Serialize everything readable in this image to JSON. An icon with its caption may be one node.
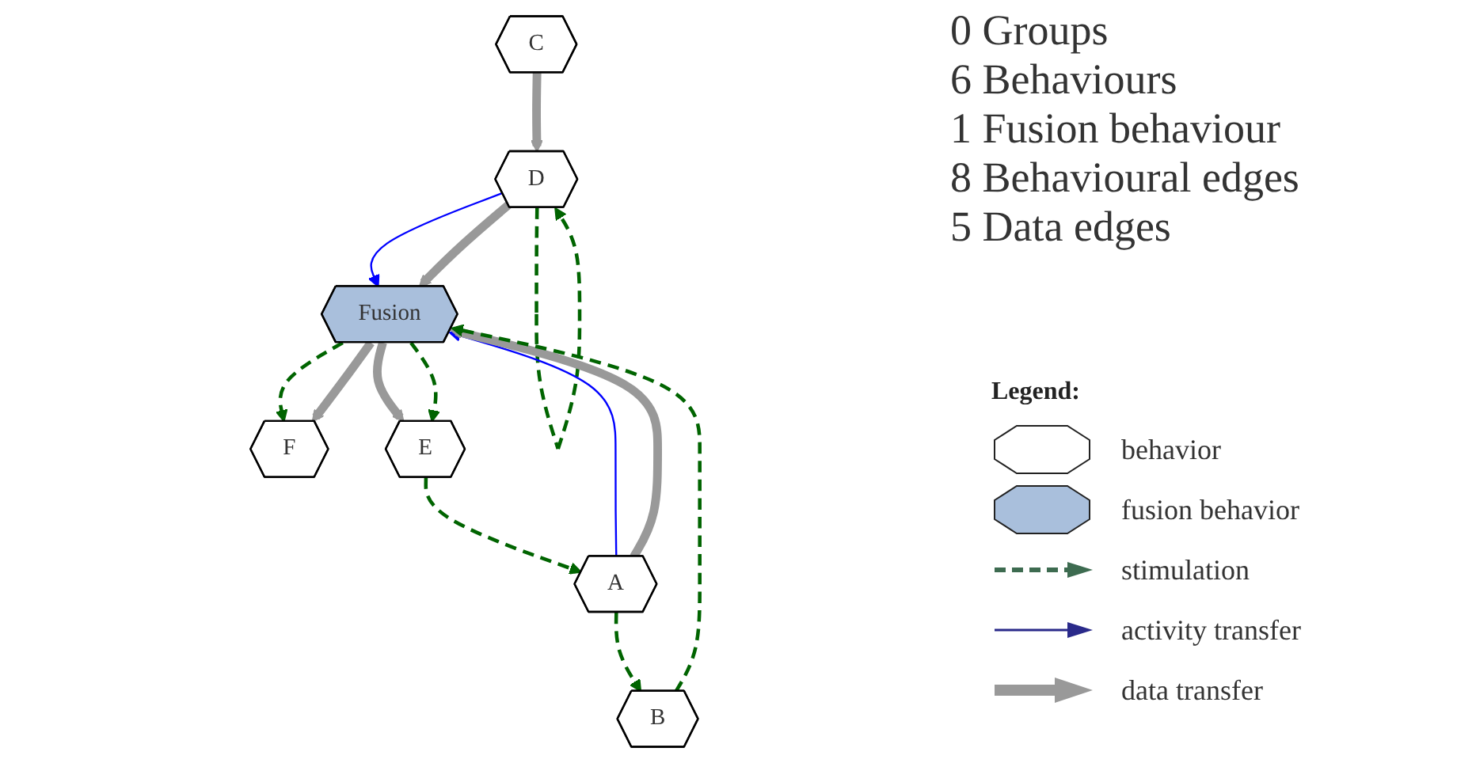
{
  "diagram": {
    "nodes": [
      {
        "text": [
          "C"
        ]
      },
      {
        "text": [
          "A"
        ]
      },
      {
        "text": [
          "D"
        ]
      },
      {
        "text": [
          "B"
        ]
      },
      {
        "text": [
          "Fusion"
        ]
      },
      {
        "text": [
          "F"
        ]
      },
      {
        "text": [
          "E"
        ]
      }
    ],
    "edges": [
      {
        "from": 0,
        "to": 2,
        "arrow": "to",
        "style": "thick",
        "color": "#999999"
      },
      {
        "from": 2,
        "to": 2,
        "arrow": "to",
        "style": "dashed",
        "color": "#006400"
      },
      {
        "from": 1,
        "to": 3,
        "arrow": "to",
        "style": "dashed",
        "color": "#006400"
      },
      {
        "from": 2,
        "to": 4,
        "arrow": "to",
        "color": "#0000ff"
      },
      {
        "from": 2,
        "to": 4,
        "arrow": "to",
        "style": "thick",
        "color": "#999999"
      },
      {
        "from": 1,
        "to": 4,
        "arrow": "to",
        "color": "#0000ff"
      },
      {
        "from": 1,
        "to": 4,
        "arrow": "to",
        "style": "thick",
        "color": "#999999"
      },
      {
        "from": 3,
        "to": 4,
        "arrow": "to",
        "style": "dashed",
        "color": "#006400"
      },
      {
        "from": 6,
        "to": 1,
        "arrow": "to",
        "style": "dashed",
        "color": "#006400"
      },
      {
        "from": 4,
        "to": 5,
        "arrow": "to",
        "style": "dashed",
        "color": "#006400"
      },
      {
        "from": 4,
        "to": 5,
        "arrow": "to",
        "style": "thick",
        "color": "#999999"
      },
      {
        "from": 4,
        "to": 6,
        "arrow": "to",
        "style": "thick",
        "color": "#999999"
      },
      {
        "from": 4,
        "to": 6,
        "arrow": "to",
        "style": "dashed",
        "color": "#006400"
      }
    ],
    "labels": [
      "0 Groups",
      "6 Behaviours",
      "1 Fusion behaviour",
      "8 Behavioural edges",
      "5 Data edges",
      "Legend:"
    ],
    "legend": [
      {
        "text": "behavior"
      },
      {
        "text": "fusion behavior"
      },
      {
        "text": "stimulation"
      },
      {
        "text": "activity transfer"
      },
      {
        "text": "data transfer"
      }
    ]
  }
}
